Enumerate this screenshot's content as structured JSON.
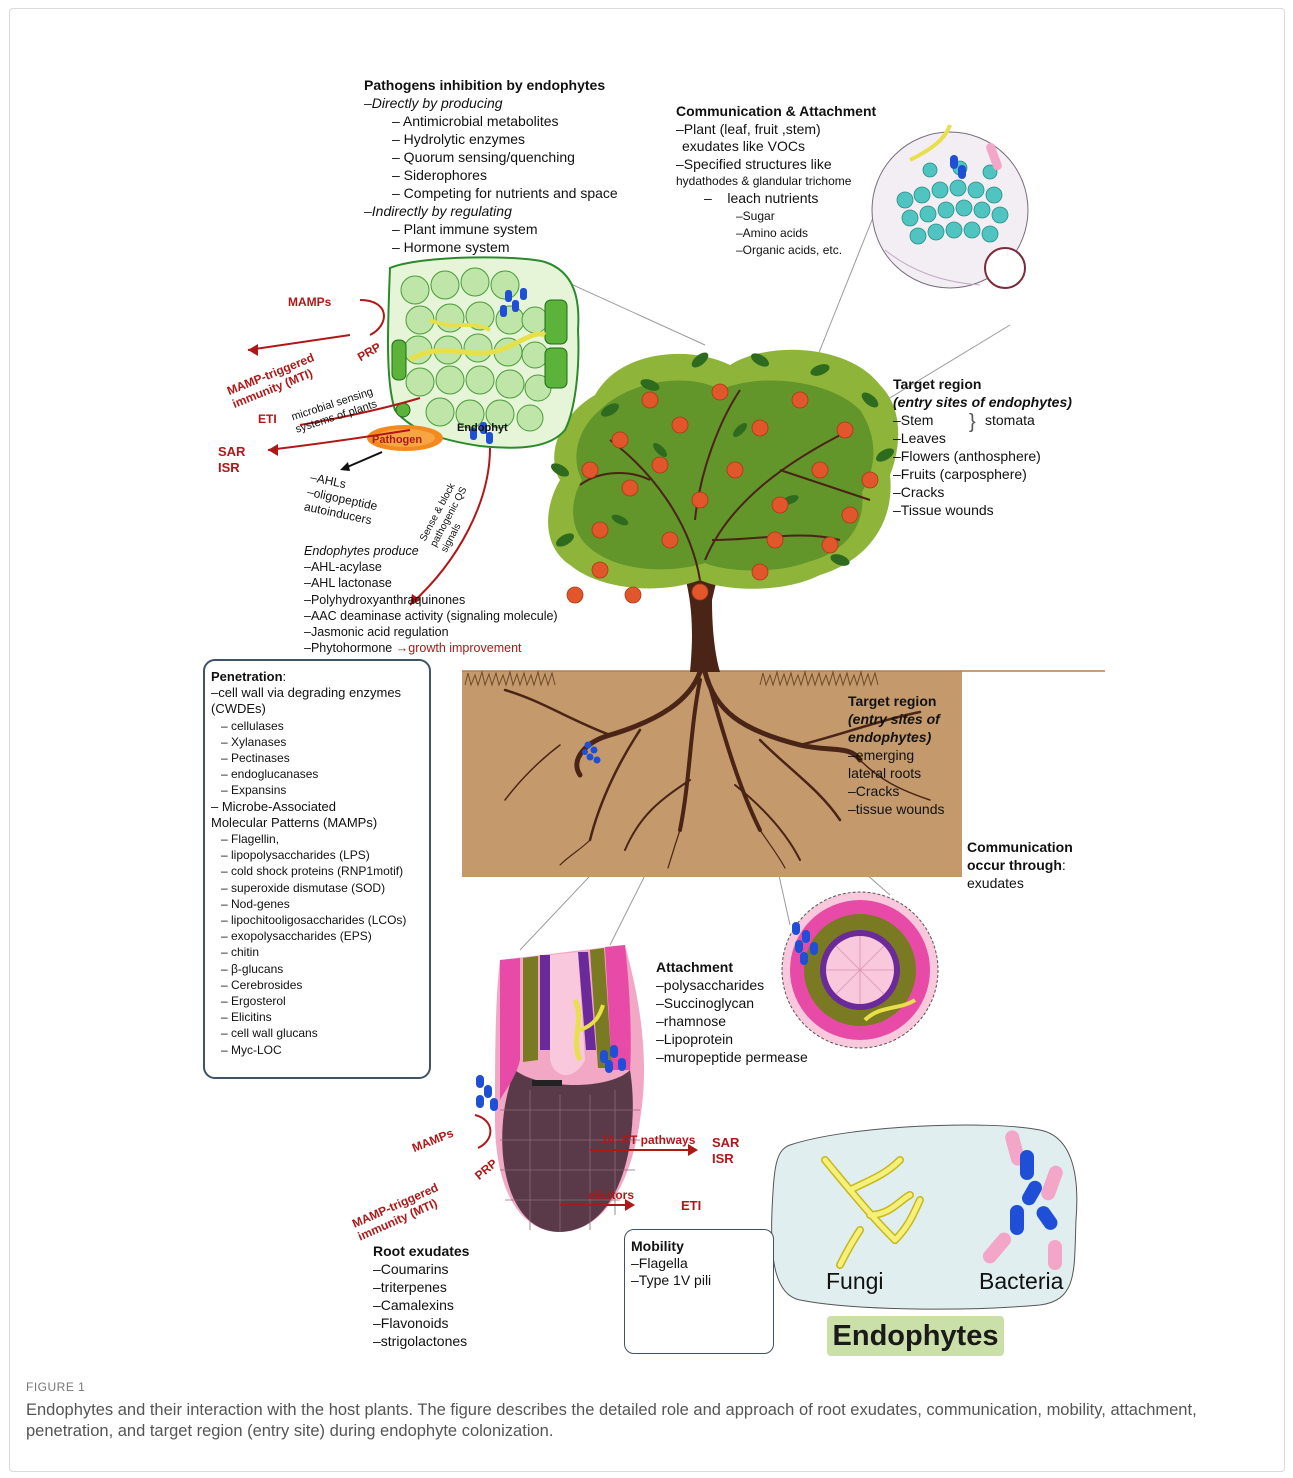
{
  "pathogens": {
    "heading": "Pathogens inhibition by endophytes",
    "direct_label": "–Directly by producing",
    "direct_items": [
      "– Antimicrobial metabolites",
      "– Hydrolytic enzymes",
      "– Quorum sensing/quenching",
      "– Siderophores",
      "– Competing for nutrients and space"
    ],
    "indirect_label": "–Indirectly by regulating",
    "indirect_items": [
      "– Plant immune system",
      "– Hormone system"
    ]
  },
  "comm_attach": {
    "heading": "Communication & Attachment",
    "lines": [
      "–Plant (leaf, fruit ,stem)",
      "exudates like VOCs",
      "–Specified structures like",
      "hydathodes & glandular trichome"
    ],
    "leach": "–    leach nutrients",
    "subitems": [
      "–Sugar",
      "–Amino acids",
      "–Organic acids, etc."
    ]
  },
  "target_top": {
    "heading": "Target region",
    "subheading": "(entry sites of endophytes)",
    "items": [
      "–Stem",
      "–Leaves",
      "–Flowers (anthosphere)",
      "–Fruits (carposphere)",
      "–Cracks",
      "–Tissue wounds"
    ],
    "stomata": "stomata"
  },
  "leaf_labels": {
    "mamps": "MAMPs",
    "prp": "PRP",
    "mti": "MAMP-triggered immunity (MTI)",
    "eti": "ETI",
    "sensing": "microbial sensing systems of plants",
    "pathogen": "Pathogen",
    "endophyt": "Endophyt",
    "sar": "SAR",
    "isr": "ISR",
    "ahls": "–AHLs",
    "oligo": "–oligopeptide",
    "auto": "autoinducers",
    "sense1": "Sense & block",
    "sense2": "pathogenic QS",
    "sense3": "signals"
  },
  "endo_produce": {
    "heading": "Endophytes produce",
    "items": [
      "–AHL-acylase",
      "–AHL lactonase",
      "–Polyhydroxyanthraquinones",
      "–AAC deaminase activity (signaling molecule)",
      "–Jasmonic acid regulation"
    ],
    "last": "–Phytohormone",
    "growth": "→growth improvement"
  },
  "penetration": {
    "heading": "Penetration",
    "colon": ":",
    "line1": "–cell wall via degrading enzymes",
    "line2": "(CWDEs)",
    "enzymes": [
      "– cellulases",
      "– Xylanases",
      "– Pectinases",
      "– endoglucanases",
      "– Expansins"
    ],
    "mamps1": "– Microbe-Associated",
    "mamps2": "Molecular Patterns (MAMPs)",
    "mamps_items": [
      "– Flagellin,",
      "– lipopolysaccharides (LPS)",
      "– cold shock proteins (RNP1motif)",
      "– superoxide dismutase (SOD)",
      "– Nod-genes",
      "– lipochitooligosaccharides (LCOs)",
      "– exopolysaccharides (EPS)",
      "– chitin",
      "– β-glucans",
      "– Cerebrosides",
      "– Ergosterol",
      "– Elicitins",
      "– cell wall glucans",
      "– Myc-LOC"
    ]
  },
  "target_root": {
    "heading": "Target region",
    "sub1": "(entry sites of",
    "sub2": "endophytes)",
    "items": [
      "–emerging",
      "lateral roots",
      "–Cracks",
      "–tissue wounds"
    ]
  },
  "comm_root": {
    "line1": "Communication",
    "line2": "occur through",
    "colon": ":",
    "line3": "exudates"
  },
  "attachment": {
    "heading": "Attachment",
    "items": [
      "–polysaccharides",
      "–Succinoglycan",
      "–rhamnose",
      "–Lipoprotein",
      "–muropeptide permease"
    ]
  },
  "root_labels": {
    "mamps": "MAMPs",
    "prp": "PRP",
    "mti": "MAMP-triggered immunity (MTI)",
    "ja": "JA–ET pathways",
    "sar": "SAR",
    "isr": "ISR",
    "elicitors": "elicitors",
    "eti": "ETI"
  },
  "root_exudates": {
    "heading": "Root exudates",
    "items": [
      "–Coumarins",
      "–triterpenes",
      "–Camalexins",
      "–Flavonoids",
      "–strigolactones"
    ]
  },
  "mobility": {
    "heading": "Mobility",
    "items": [
      "–Flagella",
      "–Type 1V pili"
    ]
  },
  "legend": {
    "fungi": "Fungi",
    "bacteria": "Bacteria",
    "endophytes": "Endophytes"
  },
  "caption": {
    "figure": "FIGURE 1",
    "text": "Endophytes and their interaction with the host plants. The figure describes the detailed role and approach of root exudates, communication, mobility, attachment, penetration, and target region (entry site) during endophyte colonization."
  },
  "colors": {
    "red_label": "#b01818",
    "soil": "#c49a6c",
    "canopy_dark": "#2e6b1f",
    "canopy_light": "#8fb43a",
    "fruit": "#e2562b",
    "trunk": "#4a2417",
    "endophyte_tag": "#cbdfa8",
    "box_border": "#3e5366"
  }
}
